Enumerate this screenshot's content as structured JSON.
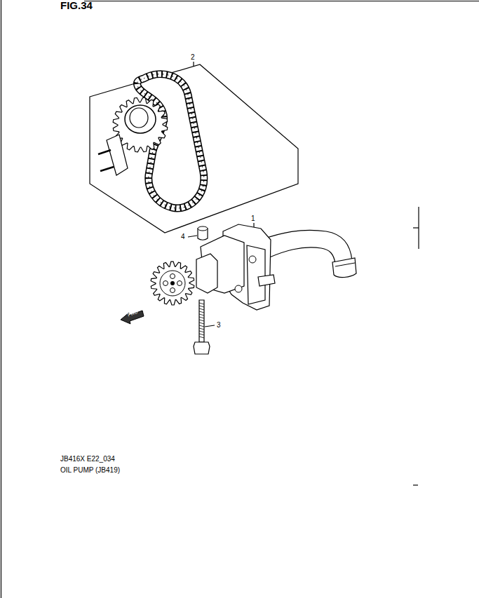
{
  "diagram": {
    "labels": [
      "FIG.34",
      "2",
      "1",
      "4",
      "3",
      "FWD",
      "JB416X E22_034",
      "OIL PUMP (JB419)"
    ]
  }
}
